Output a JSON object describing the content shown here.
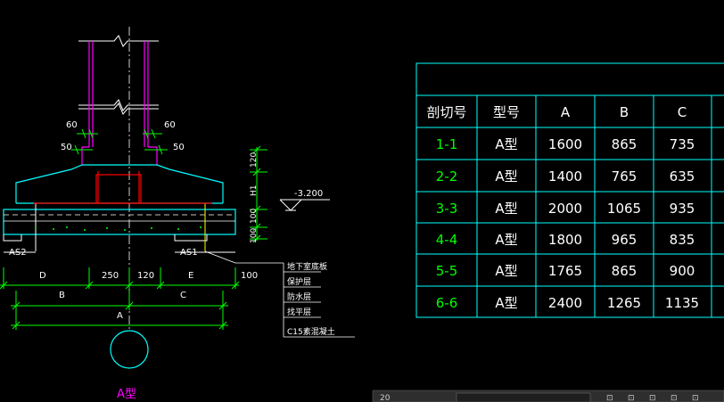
{
  "drawing": {
    "type_label": "A型",
    "elevation": "-3.200",
    "dims": {
      "d60_left": "60",
      "d60_right": "60",
      "d50_left": "50",
      "d50_right": "50",
      "d120_v": "120",
      "h1": "H1",
      "d100_v": "100",
      "d100_v2": "100",
      "d100_h": "100",
      "D": "D",
      "d250": "250",
      "d120_h": "120",
      "E": "E",
      "B": "B",
      "C": "C",
      "A": "A"
    },
    "rebar": {
      "as2": "AS2",
      "as1": "AS1"
    },
    "layers": [
      "地下室底板",
      "保护层",
      "防水层",
      "找平层",
      "C15素混凝土"
    ]
  },
  "table": {
    "headers": [
      "剖切号",
      "型号",
      "A",
      "B",
      "C"
    ],
    "rows": [
      [
        "1-1",
        "A型",
        "1600",
        "865",
        "735"
      ],
      [
        "2-2",
        "A型",
        "1400",
        "765",
        "635"
      ],
      [
        "3-3",
        "A型",
        "2000",
        "1065",
        "935"
      ],
      [
        "4-4",
        "A型",
        "1800",
        "965",
        "835"
      ],
      [
        "5-5",
        "A型",
        "1765",
        "865",
        "900"
      ],
      [
        "6-6",
        "A型",
        "2400",
        "1265",
        "1135"
      ]
    ]
  },
  "status": {
    "left": "20",
    "right": "⊡"
  },
  "colors": {
    "background": "#000000",
    "wall": "#ff00ff",
    "outline": "#00ffff",
    "dimension": "#00ff00",
    "text": "#ffffff",
    "rebar": "#ff0000",
    "section_id": "#00ff00",
    "yellow": "#ffff00"
  }
}
